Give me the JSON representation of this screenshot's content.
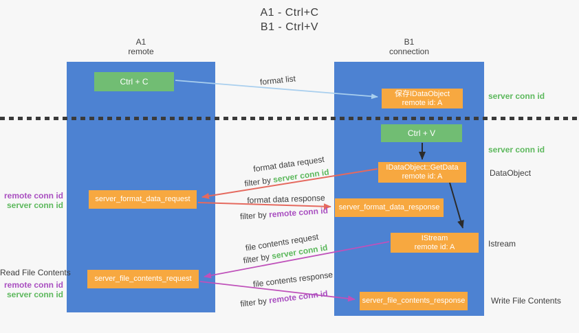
{
  "palette": {
    "background": "#f7f7f7",
    "lane_blue": "#4d82d2",
    "box_green": "#71bd73",
    "box_orange": "#f7a840",
    "box_text": "#ffffff",
    "text_dark": "#3c3c3c",
    "conn_id_green": "#5cb85c",
    "conn_id_purple": "#a94fc0",
    "arrow_light_blue": "#a9cfee",
    "arrow_red": "#e5695e",
    "arrow_magenta": "#bf51ba",
    "arrow_black": "#2b2b2b",
    "divider_dots": "#3a3a3a"
  },
  "title": {
    "line1": "A1 - Ctrl+C",
    "line2": "B1 - Ctrl+V"
  },
  "lanes": {
    "a1": {
      "name": "A1",
      "subtitle": "remote"
    },
    "b1": {
      "name": "B1",
      "subtitle": "connection"
    }
  },
  "boxes": {
    "ctrl_c": {
      "label": "Ctrl + C"
    },
    "ctrl_v": {
      "label": "Ctrl + V"
    },
    "save_idataobject": {
      "line1": "保存IDataObject",
      "line2": "remote id: A"
    },
    "getdata": {
      "line1": "IDataObject::GetData",
      "line2": "remote id: A"
    },
    "format_request": {
      "label": "server_format_data_request"
    },
    "format_response": {
      "label": "server_format_data_response"
    },
    "istream": {
      "line1": "IStream",
      "line2": "remote id: A"
    },
    "file_request": {
      "label": "server_file_contents_request"
    },
    "file_response": {
      "label": "server_file_contents_response"
    }
  },
  "flow_labels": {
    "format_list": "format list",
    "format_data_request": "format data request",
    "format_data_response": "format data response",
    "file_contents_request": "file contents request",
    "file_contents_response": "file contents response",
    "filter_by": "filter by ",
    "server_conn_id": "server conn id",
    "remote_conn_id": "remote conn id"
  },
  "right_labels": {
    "server_conn_id_top": "server conn id",
    "server_conn_id_mid": "server conn id",
    "dataobject": "DataObject",
    "istream": "Istream",
    "write_file_contents": "Write File Contents"
  },
  "left_labels": {
    "remote_conn_id_top": "remote conn id",
    "server_conn_id_top": "server conn id",
    "read_file_contents": "Read File Contents",
    "remote_conn_id_bottom": "remote conn id",
    "server_conn_id_bottom": "server conn id"
  }
}
